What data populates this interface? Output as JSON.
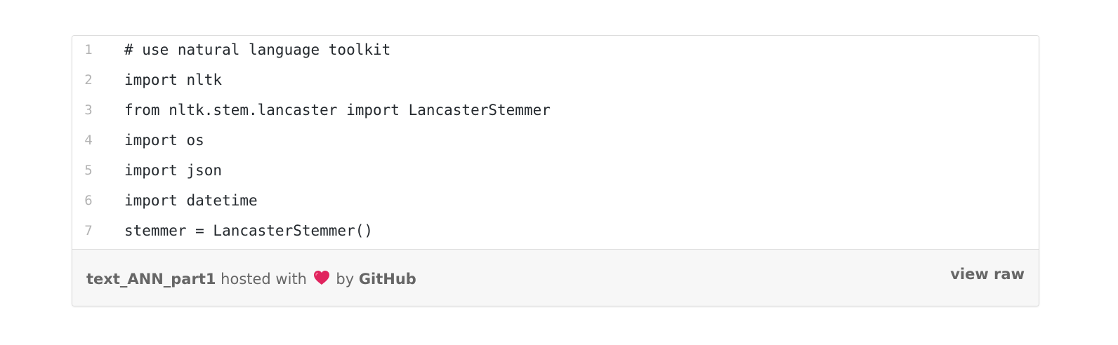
{
  "code": {
    "lines": [
      {
        "num": "1",
        "text": "# use natural language toolkit"
      },
      {
        "num": "2",
        "text": "import nltk"
      },
      {
        "num": "3",
        "text": "from nltk.stem.lancaster import LancasterStemmer"
      },
      {
        "num": "4",
        "text": "import os"
      },
      {
        "num": "5",
        "text": "import json"
      },
      {
        "num": "6",
        "text": "import datetime"
      },
      {
        "num": "7",
        "text": "stemmer = LancasterStemmer()"
      }
    ]
  },
  "meta": {
    "file_name": "text_ANN_part1",
    "hosted_with": "hosted with",
    "heart_icon": "heart-icon",
    "by": "by",
    "host": "GitHub",
    "view_raw": "view raw"
  },
  "colors": {
    "heart": "#e0245e",
    "meta_background": "#f7f7f7",
    "border": "#dcdcdc"
  }
}
